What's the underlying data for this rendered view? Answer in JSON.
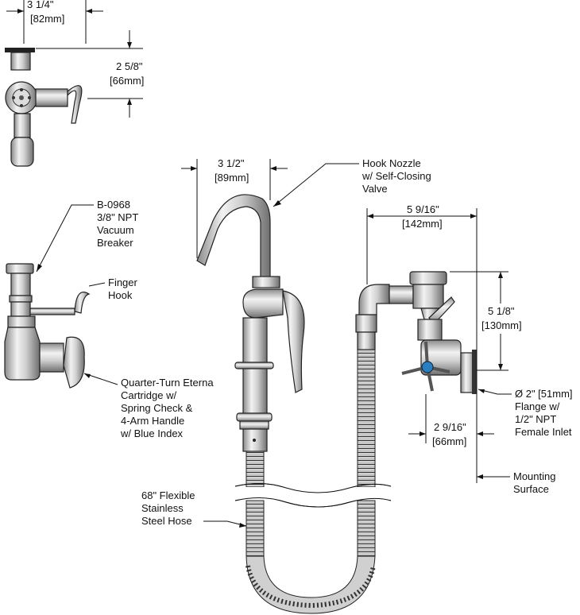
{
  "dimensions": {
    "top_width": {
      "imperial": "3 1/4\"",
      "metric": "82mm"
    },
    "top_height": {
      "imperial": "2 5/8\"",
      "metric": "66mm"
    },
    "nozzle_width": {
      "imperial": "3 1/2\"",
      "metric": "89mm"
    },
    "valve_width": {
      "imperial": "5 9/16\"",
      "metric": "142mm"
    },
    "valve_height": {
      "imperial": "5 1/8\"",
      "metric": "130mm"
    },
    "flange_offset": {
      "imperial": "2 9/16\"",
      "metric": "66mm"
    }
  },
  "callouts": {
    "hook_nozzle": [
      "Hook Nozzle",
      "w/ Self-Closing",
      "Valve"
    ],
    "vacuum_breaker": [
      "B-0968",
      "3/8\" NPT",
      "Vacuum",
      "Breaker"
    ],
    "finger_hook": [
      "Finger",
      "Hook"
    ],
    "cartridge": [
      "Quarter-Turn Eterna",
      "Cartridge w/",
      "Spring Check &",
      "4-Arm Handle",
      "w/ Blue Index"
    ],
    "flange": [
      "Ø 2\" [51mm]",
      "Flange w/",
      "1/2\" NPT",
      "Female Inlet"
    ],
    "mounting_surface": [
      "Mounting",
      "Surface"
    ],
    "hose": [
      "68\" Flexible",
      "Stainless",
      "Steel Hose"
    ]
  },
  "colors": {
    "line": "#111111",
    "metal_light": "#e6e6e6",
    "metal_mid": "#b8b8b8",
    "metal_dark": "#7a7a7a",
    "index_blue": "#2a7fc1"
  }
}
